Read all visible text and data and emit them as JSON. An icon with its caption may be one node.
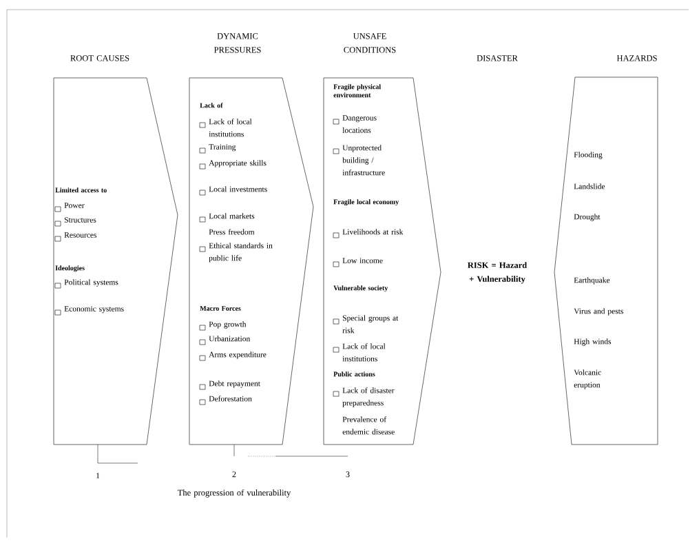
{
  "diagram": {
    "nodes": [
      {
        "text": [
          "ROOT CAUSES",
          "Limited access to",
          "Power",
          "Structures",
          "Resources",
          "Ideologies",
          "Political systems",
          "Economic systems"
        ]
      },
      {
        "text": [
          "DYNAMIC PRESSURES",
          "Lack of",
          "Lack of local institutions",
          "Training",
          "Appropriate skills",
          "Local investments",
          "Local markets",
          "Press freedom",
          "Ethical standards in public life",
          "Macro Forces",
          "Pop growth",
          "Urbanization",
          "Arms expenditure",
          "Debt repayment",
          "Deforestation"
        ]
      },
      {
        "text": [
          "UNSAFE CONDITIONS",
          "Fragile physical environment",
          "Dangerous locations",
          "Unprotected building / infrastructure",
          "Fragile local economy",
          "Livelihoods at risk",
          "Low income",
          "Vulnerable society",
          "Special groups at risk",
          "Lack of local institutions",
          "Public actions",
          "Lack of disaster preparedness",
          "Prevalence of endemic disease"
        ]
      },
      {
        "text": [
          "HAZARDS",
          "Flooding",
          "Landslide",
          "Drought",
          "Earthquake",
          "Virus and pests",
          "High winds",
          "Volcanic eruption"
        ]
      }
    ],
    "labels": [
      "DISASTER",
      "RISK = Hazard + Vulnerability",
      "1",
      "2",
      "3",
      "The progression of vulnerability"
    ]
  }
}
